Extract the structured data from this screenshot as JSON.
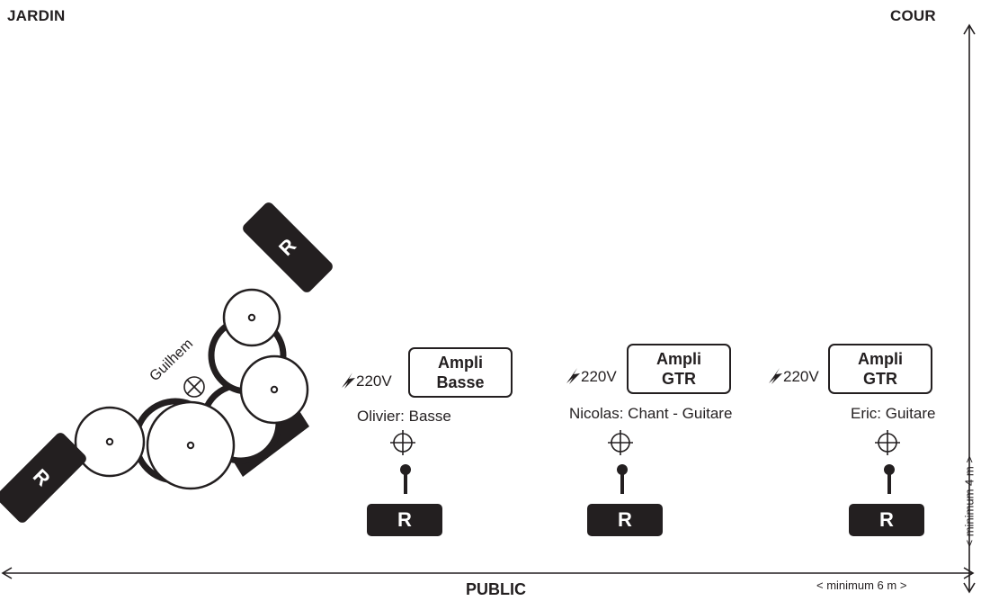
{
  "stage": {
    "jardin": "JARDIN",
    "cour": "COUR",
    "public": "PUBLIC",
    "min_width": "< minimum 6 m >",
    "min_depth": "< minimum 4 m >"
  },
  "drummer": {
    "name": "Guilhem"
  },
  "wedges": {
    "label": "R"
  },
  "amps": [
    {
      "line1": "Ampli",
      "line2": "Basse"
    },
    {
      "line1": "Ampli",
      "line2": "GTR"
    },
    {
      "line1": "Ampli",
      "line2": "GTR"
    }
  ],
  "power": [
    {
      "label": "220V"
    },
    {
      "label": "220V"
    },
    {
      "label": "220V"
    }
  ],
  "musicians": [
    {
      "label": "Olivier:  Basse"
    },
    {
      "label": "Nicolas:  Chant - Guitare"
    },
    {
      "label": "Eric:  Guitare"
    }
  ],
  "colors": {
    "ink": "#231f20",
    "background": "#ffffff"
  },
  "icons": [
    "lightning-icon",
    "mic-stand-icon",
    "microphone-icon",
    "drum-kit",
    "drummer-position-icon"
  ]
}
